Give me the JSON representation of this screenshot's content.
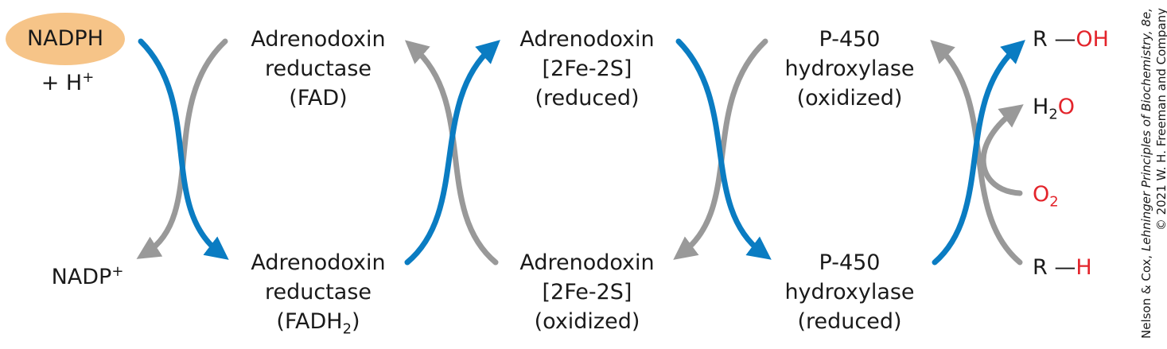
{
  "colors": {
    "blue_arrow": "#0a7cc2",
    "gray_arrow": "#999999",
    "nadph_highlight": "#f6c488",
    "red_text": "#e3242b"
  },
  "nadph": {
    "label": "NADPH",
    "h_plus": "+ H",
    "h_plus_charge": "+"
  },
  "nadp": {
    "label": "NADP",
    "charge": "+"
  },
  "ar_oxidized": {
    "line1": "Adrenodoxin",
    "line2": "reductase",
    "line3": "(FAD)"
  },
  "ar_reduced": {
    "line1": "Adrenodoxin",
    "line2": "reductase",
    "line3_prefix": "(FADH",
    "line3_sub": "2",
    "line3_suffix": ")"
  },
  "adx_reduced": {
    "line1": "Adrenodoxin",
    "line2": "[2Fe-2S]",
    "line3": "(reduced)"
  },
  "adx_oxidized": {
    "line1": "Adrenodoxin",
    "line2": "[2Fe-2S]",
    "line3": "(oxidized)"
  },
  "p450_oxidized": {
    "line1": "P-450",
    "line2": "hydroxylase",
    "line3": "(oxidized)"
  },
  "p450_reduced": {
    "line1": "P-450",
    "line2": "hydroxylase",
    "line3": "(reduced)"
  },
  "products": {
    "r": "R",
    "bond": "—",
    "oh": "OH",
    "h2o_h": "H",
    "h2o_sub": "2",
    "h2o_o": "O"
  },
  "reactants": {
    "o": "O",
    "o2_sub": "2",
    "r": "R",
    "bond": "—",
    "h": "H"
  },
  "credit": {
    "prefix": "Nelson & Cox, ",
    "book": "Lehninger Principles of Biochemistry, 8e,",
    "line2": "© 2021 W. H. Freeman and Company"
  }
}
